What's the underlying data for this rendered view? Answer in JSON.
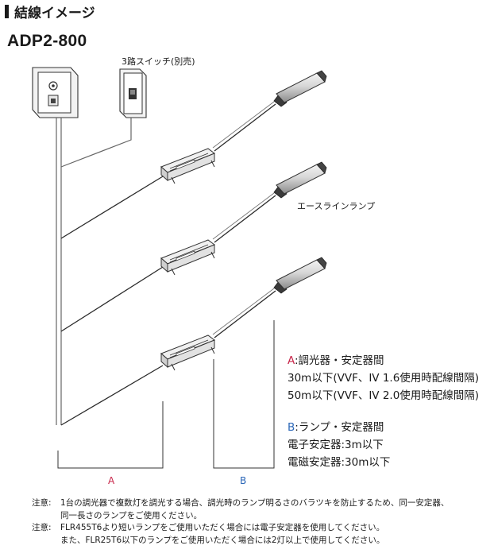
{
  "header": {
    "section_title": "結線イメージ",
    "model": "ADP2-800"
  },
  "labels": {
    "switch": "3路スイッチ(別売)",
    "lamp": "エースラインランプ"
  },
  "spec_a": {
    "key": "A",
    "title": ":調光器・安定器間",
    "line1": "30m以下(VVF、IV 1.6使用時配線間隔)",
    "line2": "50m以下(VVF、IV 2.0使用時配線間隔)"
  },
  "spec_b": {
    "key": "B",
    "title": ":ランプ・安定器間",
    "line1": "電子安定器:3m以下",
    "line2": "電磁安定器:30m以下"
  },
  "dimensions": {
    "a": "A",
    "b": "B"
  },
  "notes": {
    "line1_lead": "注意:",
    "line1": "1台の調光器で複数灯を調光する場合、調光時のランプ明るさのバラツキを防止するため、同一安定器、",
    "line2": "同一長さのランプをご使用ください。",
    "line3_lead": "注意:",
    "line3": "FLR455T6より短いランプをご使用いただく場合には電子安定器を使用してください。",
    "line4": "また、FLR25T6以下のランプをご使用いただく場合には2灯以上で使用してください。"
  },
  "colors": {
    "text": "#1a1a1a",
    "a_accent": "#c8264a",
    "b_accent": "#2b67b8",
    "line": "#555555"
  }
}
